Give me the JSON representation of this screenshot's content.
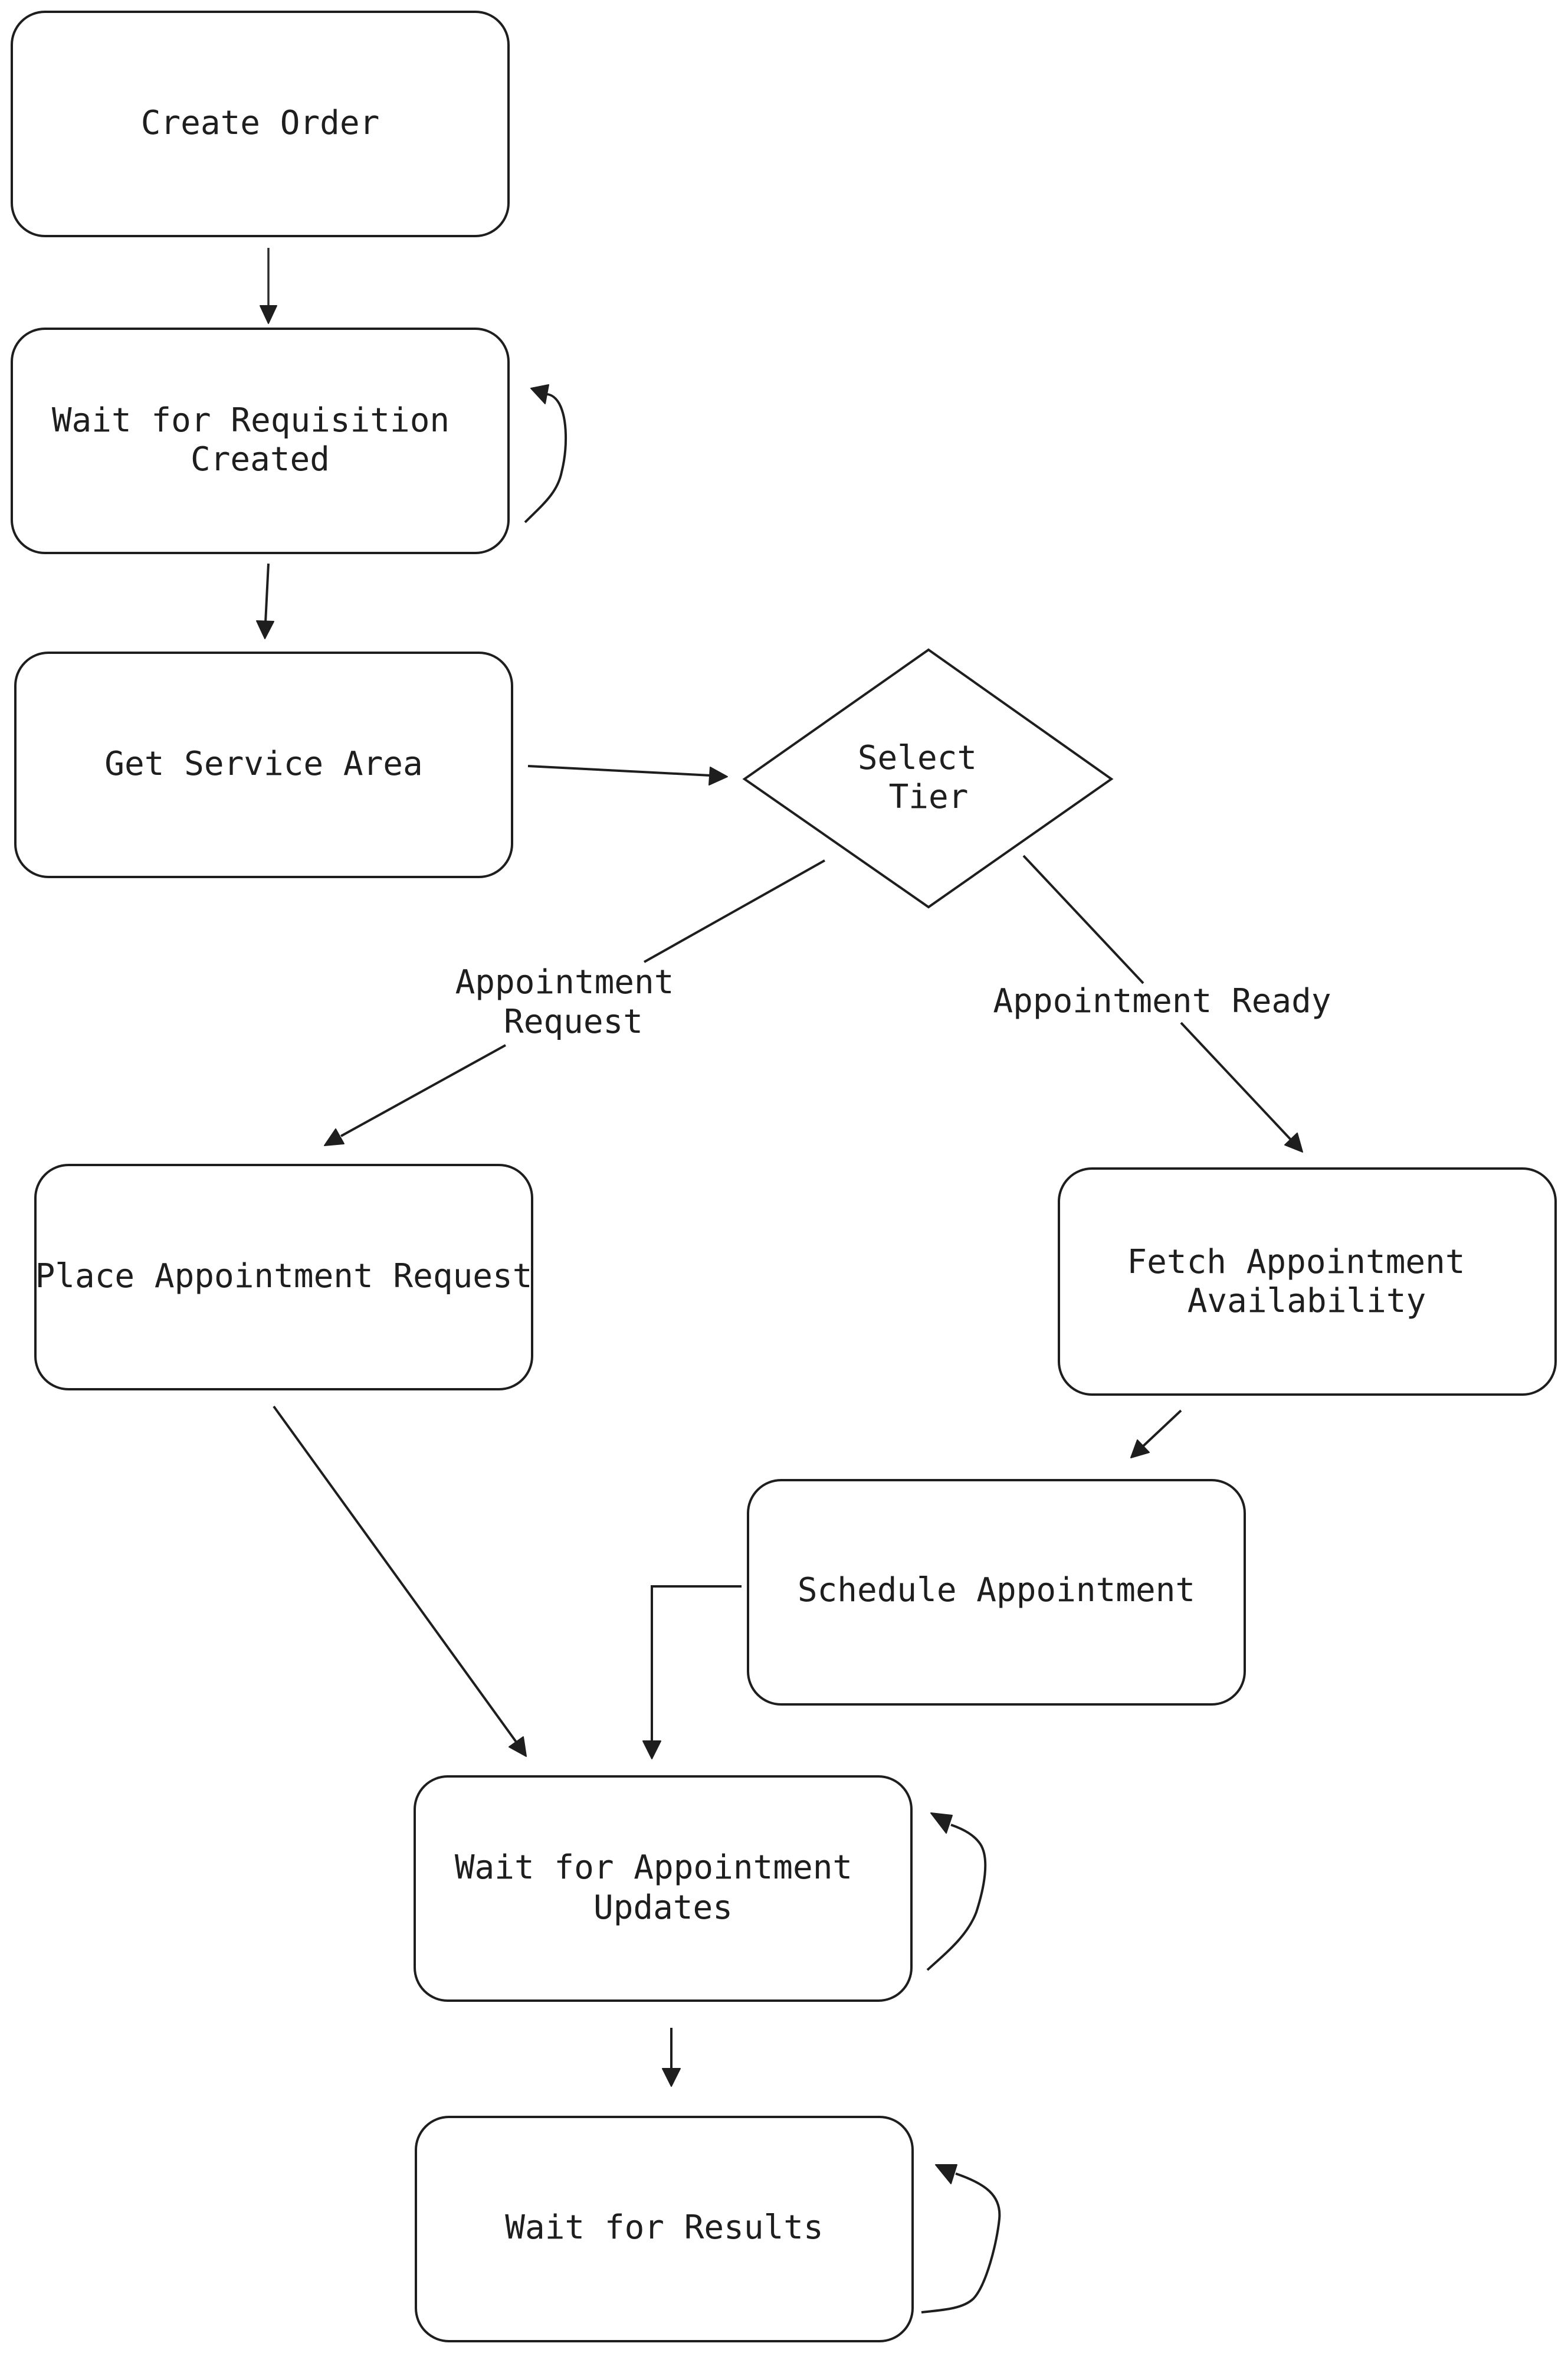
{
  "nodes": {
    "create_order": "Create Order",
    "wait_requisition": [
      "Wait for Requisition",
      "Created"
    ],
    "get_service_area": "Get Service Area",
    "select_tier": [
      "Select",
      "Tier"
    ],
    "place_appointment_request": "Place Appointment Request",
    "fetch_availability": [
      "Fetch Appointment",
      "Availability"
    ],
    "schedule_appointment": "Schedule Appointment",
    "wait_appointment_updates": [
      "Wait for Appointment",
      "Updates"
    ],
    "wait_results": "Wait for Results"
  },
  "edge_labels": {
    "appointment_request": [
      "Appointment",
      "Request"
    ],
    "appointment_ready": "Appointment Ready"
  }
}
